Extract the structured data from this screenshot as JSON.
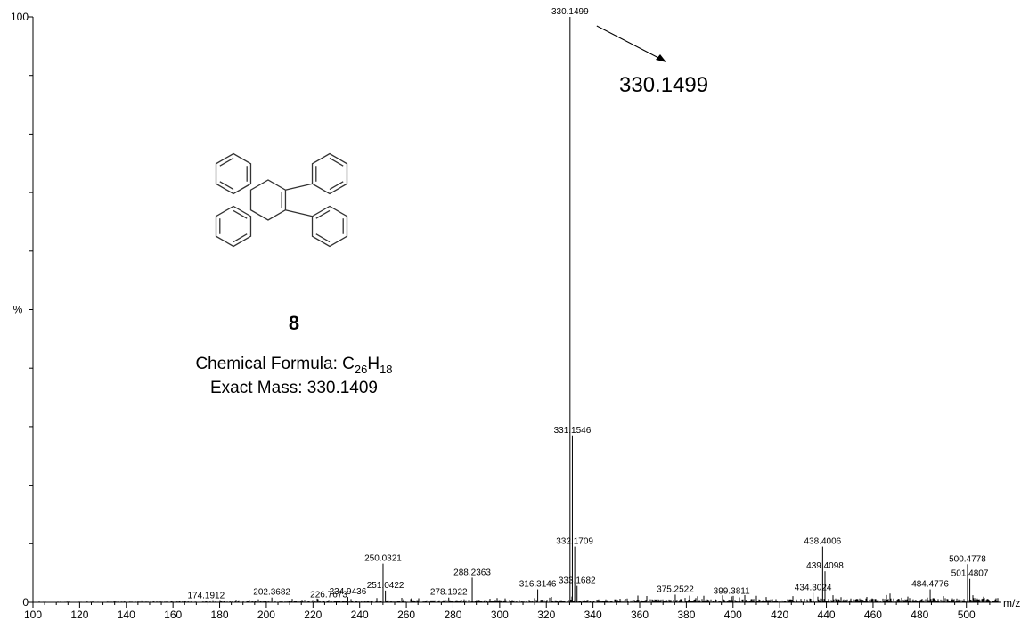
{
  "chart_data": {
    "type": "bar",
    "title": "",
    "xlabel": "m/z",
    "ylabel": "%",
    "xlim": [
      100,
      515
    ],
    "ylim": [
      0,
      100
    ],
    "x_ticks": [
      100,
      120,
      140,
      160,
      180,
      200,
      220,
      240,
      260,
      280,
      300,
      320,
      340,
      360,
      380,
      400,
      420,
      440,
      460,
      480,
      500
    ],
    "y_ticks": [
      0,
      100
    ],
    "grid": false,
    "legend": "none",
    "peaks": [
      {
        "mz": 174.1912,
        "intensity": 0.2,
        "label": "174.1912"
      },
      {
        "mz": 202.3682,
        "intensity": 0.8,
        "label": "202.3682"
      },
      {
        "mz": 226.7673,
        "intensity": 0.4,
        "label": "226.7673"
      },
      {
        "mz": 234.9436,
        "intensity": 0.9,
        "label": "234.9436"
      },
      {
        "mz": 250.0321,
        "intensity": 6.6,
        "label": "250.0321"
      },
      {
        "mz": 251.0422,
        "intensity": 2.0,
        "label": "251.0422"
      },
      {
        "mz": 278.1922,
        "intensity": 0.8,
        "label": "278.1922"
      },
      {
        "mz": 288.2363,
        "intensity": 4.2,
        "label": "288.2363"
      },
      {
        "mz": 316.3146,
        "intensity": 2.2,
        "label": "316.3146"
      },
      {
        "mz": 330.1499,
        "intensity": 100,
        "label": "330.1499"
      },
      {
        "mz": 331.1546,
        "intensity": 28.5,
        "label": "331.1546"
      },
      {
        "mz": 332.1709,
        "intensity": 9.5,
        "label": "332.1709"
      },
      {
        "mz": 333.1682,
        "intensity": 2.8,
        "label": "333.1682"
      },
      {
        "mz": 375.2522,
        "intensity": 1.3,
        "label": "375.2522"
      },
      {
        "mz": 399.3811,
        "intensity": 1.0,
        "label": "399.3811"
      },
      {
        "mz": 434.3024,
        "intensity": 1.6,
        "label": "434.3024"
      },
      {
        "mz": 438.4006,
        "intensity": 9.5,
        "label": "438.4006"
      },
      {
        "mz": 439.4098,
        "intensity": 5.3,
        "label": "439.4098"
      },
      {
        "mz": 484.4776,
        "intensity": 2.2,
        "label": "484.4776"
      },
      {
        "mz": 500.4778,
        "intensity": 6.5,
        "label": "500.4778"
      },
      {
        "mz": 501.4807,
        "intensity": 4.0,
        "label": "501.4807"
      }
    ],
    "callout": "330.1499"
  },
  "compound": {
    "number": "8",
    "formula_prefix": "Chemical Formula: C",
    "formula_c_count": "26",
    "formula_h": "H",
    "formula_h_count": "18",
    "exact_mass": "Exact Mass: 330.1409"
  }
}
